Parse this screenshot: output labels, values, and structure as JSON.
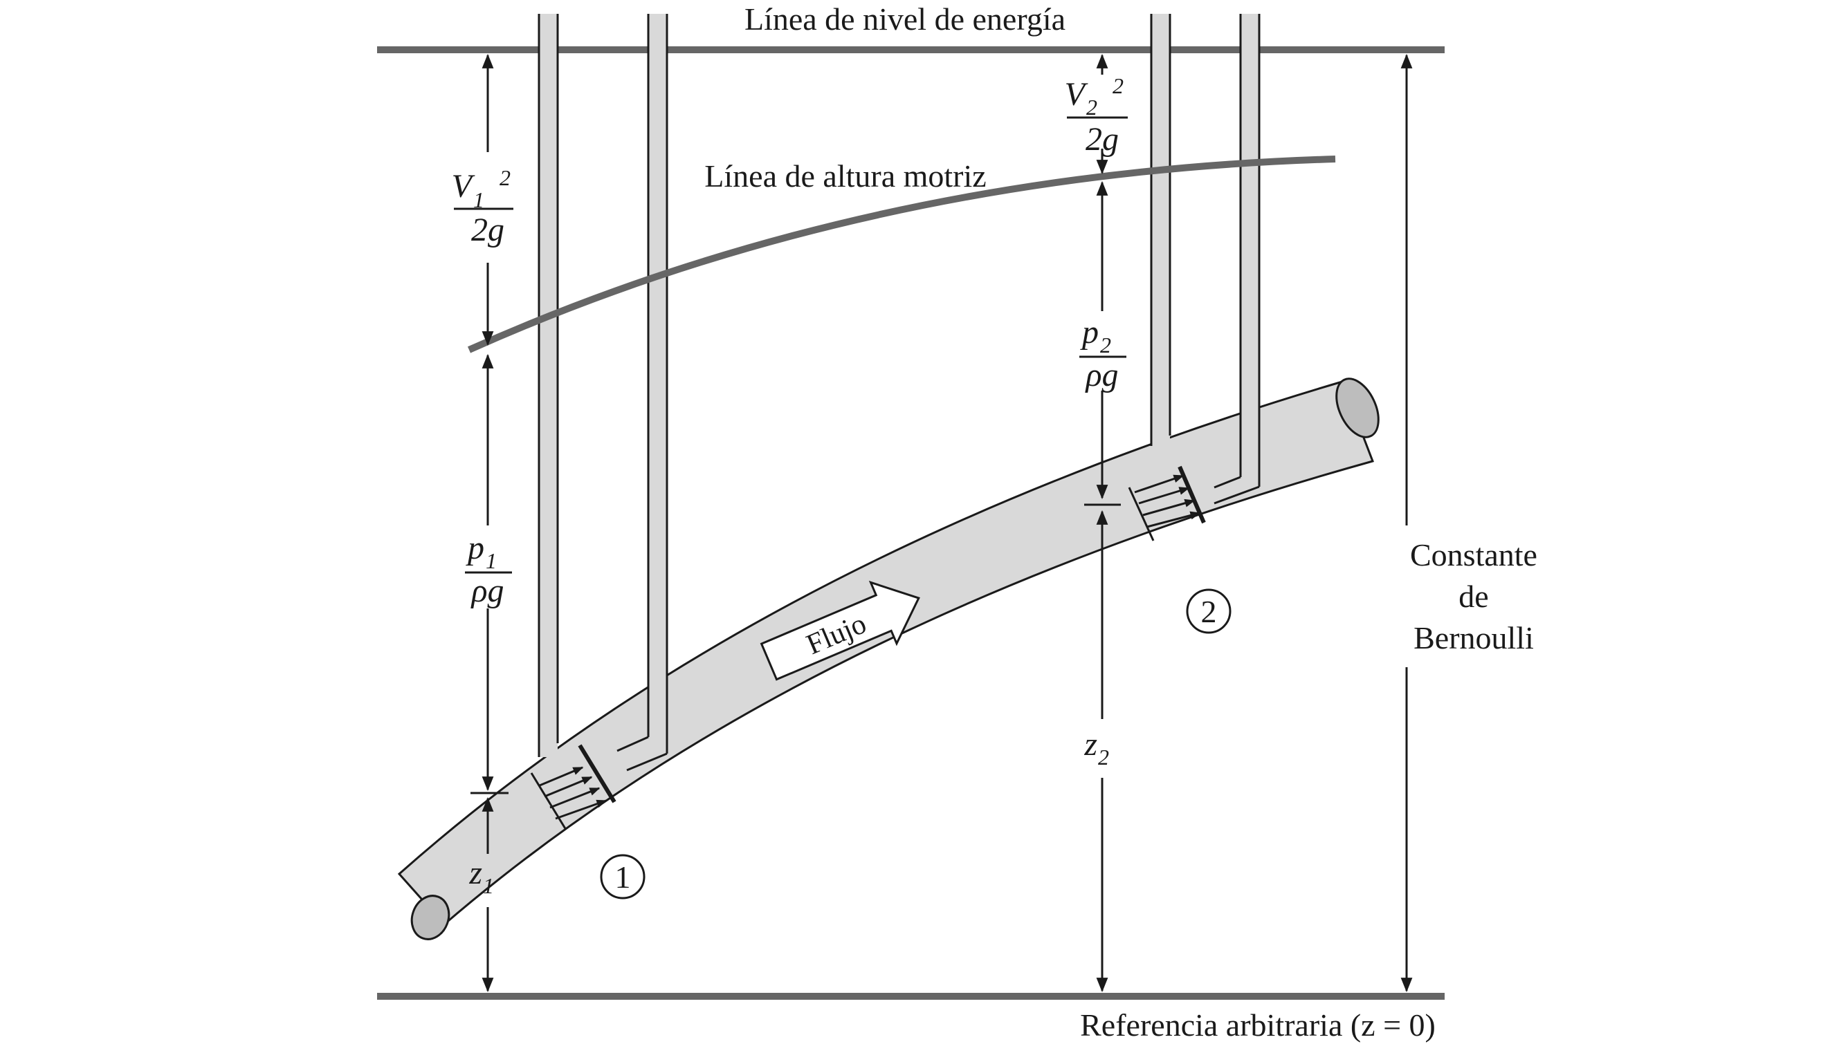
{
  "labels": {
    "energy_line": "Línea de nivel de energía",
    "hydraulic_line": "Línea de altura motriz",
    "datum": "Referencia arbitraria (z = 0)",
    "bernoulli_line1": "Constante",
    "bernoulli_line2": "de",
    "bernoulli_line3": "Bernoulli",
    "flow": "Flujo",
    "section1": "1",
    "section2": "2"
  },
  "terms": {
    "v1_num": "V",
    "v1_sub": "1",
    "v1_sup": "2",
    "v2_num": "V",
    "v2_sub": "2",
    "v2_sup": "2",
    "two_g": "2g",
    "p1_num": "p",
    "p1_sub": "1",
    "p2_num": "p",
    "p2_sub": "2",
    "rho_g": "ρg",
    "z1": "z",
    "z1_sub": "1",
    "z2": "z",
    "z2_sub": "2"
  },
  "colors": {
    "line": "#666666",
    "pipe_fill": "#d9d9d9",
    "stroke": "#1a1a1a"
  }
}
